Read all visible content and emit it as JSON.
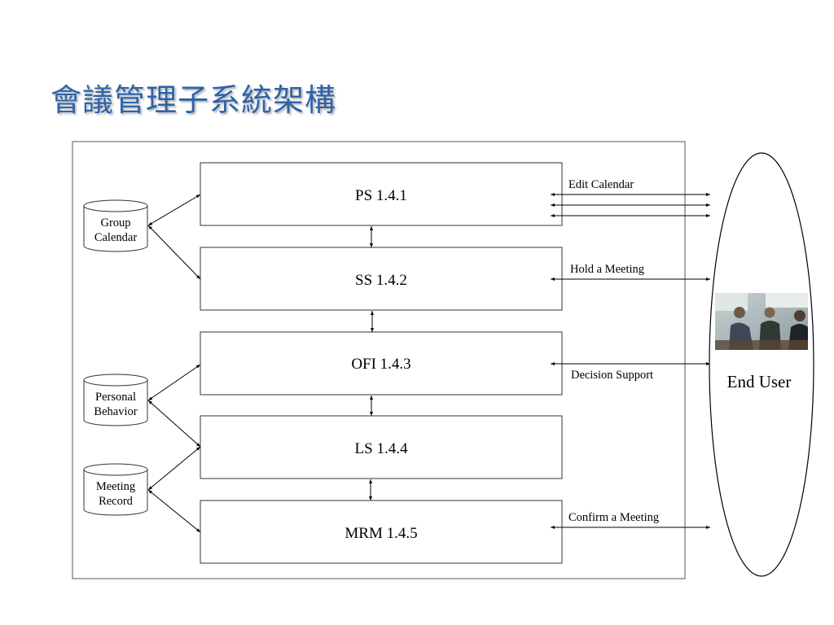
{
  "title": "會議管理子系統架構",
  "modules": [
    {
      "label": "PS 1.4.1"
    },
    {
      "label": "SS 1.4.2"
    },
    {
      "label": "OFI 1.4.3"
    },
    {
      "label": "LS 1.4.4"
    },
    {
      "label": "MRM 1.4.5"
    }
  ],
  "databases": [
    {
      "line1": "Group",
      "line2": "Calendar"
    },
    {
      "line1": "Personal",
      "line2": "Behavior"
    },
    {
      "line1": "Meeting",
      "line2": "Record"
    }
  ],
  "interfaces": [
    {
      "label": "Edit Calendar"
    },
    {
      "label": "Hold a Meeting"
    },
    {
      "label": "Decision Support"
    },
    {
      "label": "Confirm a Meeting"
    }
  ],
  "actor": {
    "label": "End User",
    "photo_icon": "people-meeting-photo"
  }
}
